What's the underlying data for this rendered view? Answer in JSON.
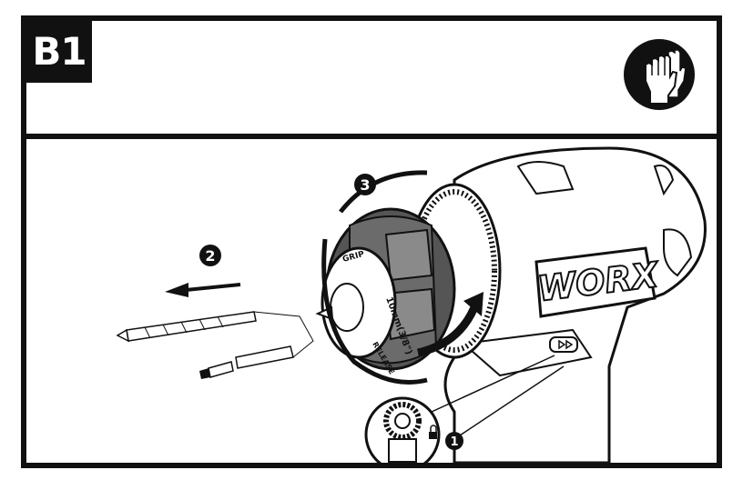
{
  "step": {
    "label": "B1"
  },
  "icons": {
    "safety": "protective-gloves-icon"
  },
  "callouts": {
    "one": "1",
    "two": "2",
    "three": "3"
  },
  "tool": {
    "brand": "WORX",
    "chuck_marking": "10mm(3/8\")",
    "chuck_grip": "GRIP",
    "chuck_release": "RELEASE"
  }
}
